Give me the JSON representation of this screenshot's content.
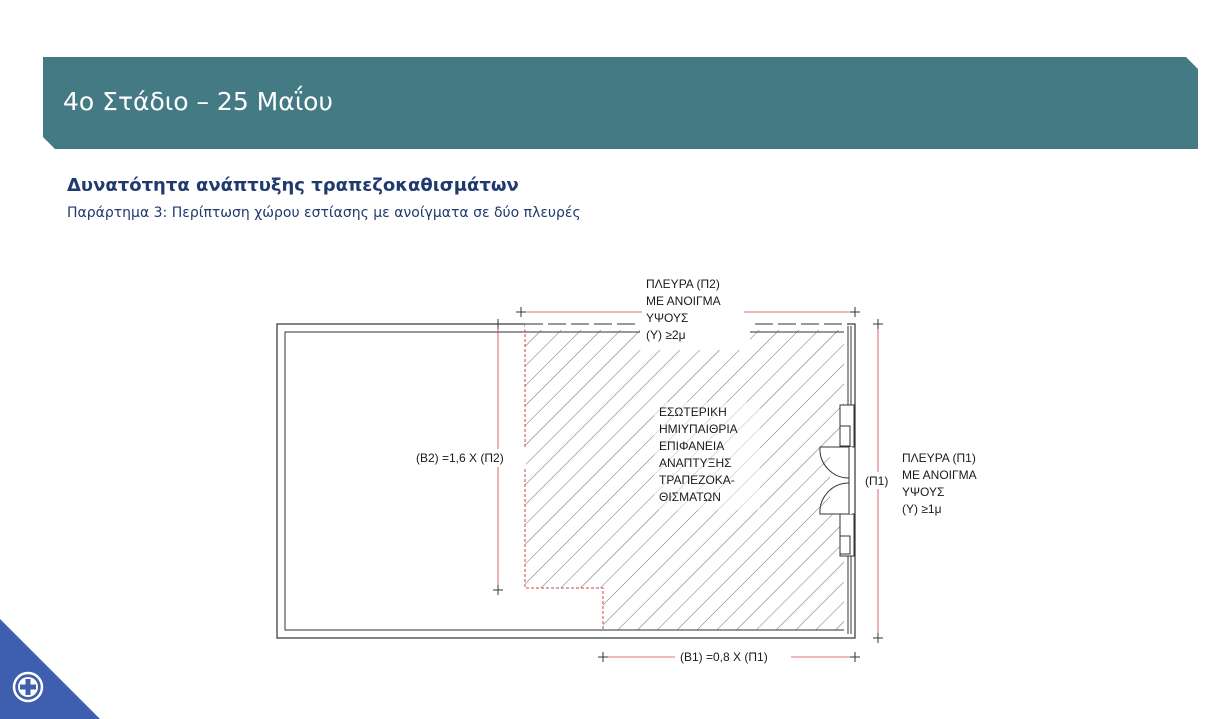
{
  "header": {
    "title": "4ο Στάδιο – 25 Μαΐου",
    "banner_color": "#437a84"
  },
  "section": {
    "heading": "Δυνατότητα ανάπτυξης τραπεζοκαθισμάτων",
    "subtitle": "Παράρτημα 3: Περίπτωση χώρου εστίασης με ανοίγματα σε δύο πλευρές",
    "text_color": "#1f3a6e"
  },
  "diagram": {
    "side_p2_label": [
      "ΠΛΕΥΡΑ (Π2)",
      "ΜΕ ΑΝΟΙΓΜΑ",
      "ΥΨΟΥΣ",
      "(Υ) ≥2μ"
    ],
    "side_p1_label": [
      "ΠΛΕΥΡΑ (Π1)",
      "ΜΕ ΑΝΟΙΓΜΑ",
      "ΥΨΟΥΣ",
      "(Υ) ≥1μ"
    ],
    "interior_label": [
      "ΕΣΩΤΕΡΙΚΗ",
      "ΗΜΙΥΠΑΙΘΡΙΑ",
      "ΕΠΙΦΑΝΕΙΑ",
      "ΑΝΑΠΤΥΞΗΣ",
      "ΤΡΑΠΕΖΟΚΑ-",
      "ΘΙΣΜΑΤΩΝ"
    ],
    "dim_b2": "(Β2) =1,6 Χ (Π2)",
    "dim_b1": "(Β1) =0,8 Χ (Π1)",
    "dim_p1": "(Π1)",
    "dim_color": "#d04040"
  },
  "logo": {
    "name": "greek-government-emblem",
    "color": "#3f5fae"
  }
}
